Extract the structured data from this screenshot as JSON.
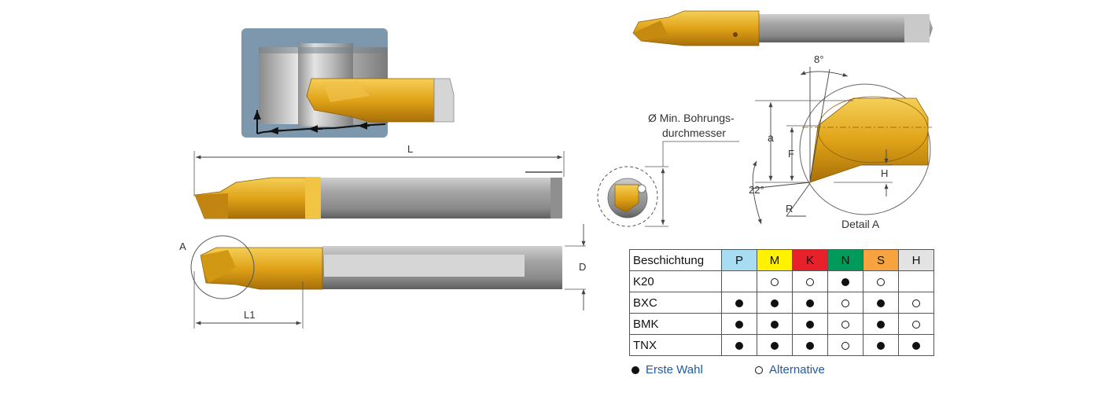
{
  "dimensions": {
    "L": "L",
    "L1": "L1",
    "D": "D",
    "A": "A",
    "a": "a",
    "F": "F",
    "H": "H",
    "R": "R",
    "angle_top": "8°",
    "angle_side": "22°",
    "detail": "Detail A",
    "bore_label_line1": "Ø Min. Bohrungs-",
    "bore_label_line2": "durchmesser"
  },
  "coating_table": {
    "header": "Beschichtung",
    "columns": [
      {
        "label": "P",
        "color": "#a8dcf2"
      },
      {
        "label": "M",
        "color": "#fff200"
      },
      {
        "label": "K",
        "color": "#e8202a"
      },
      {
        "label": "N",
        "color": "#009a5a"
      },
      {
        "label": "S",
        "color": "#f7a440"
      },
      {
        "label": "H",
        "color": "#e3e3e3"
      }
    ],
    "rows": [
      {
        "name": "K20",
        "values": [
          "",
          "open",
          "open",
          "full",
          "open",
          ""
        ]
      },
      {
        "name": "BXC",
        "values": [
          "full",
          "full",
          "full",
          "open",
          "full",
          "open"
        ]
      },
      {
        "name": "BMK",
        "values": [
          "full",
          "full",
          "full",
          "open",
          "full",
          "open"
        ]
      },
      {
        "name": "TNX",
        "values": [
          "full",
          "full",
          "full",
          "open",
          "full",
          "full"
        ]
      }
    ]
  },
  "legend": {
    "first_choice": "Erste Wahl",
    "alternative": "Alternative"
  },
  "colors": {
    "gold": "#e0a318",
    "gold_dark": "#b57a0a",
    "steel": "#9a9a9a",
    "steel_dark": "#6d6d6d",
    "accent_blue": "#1f5aa6"
  }
}
